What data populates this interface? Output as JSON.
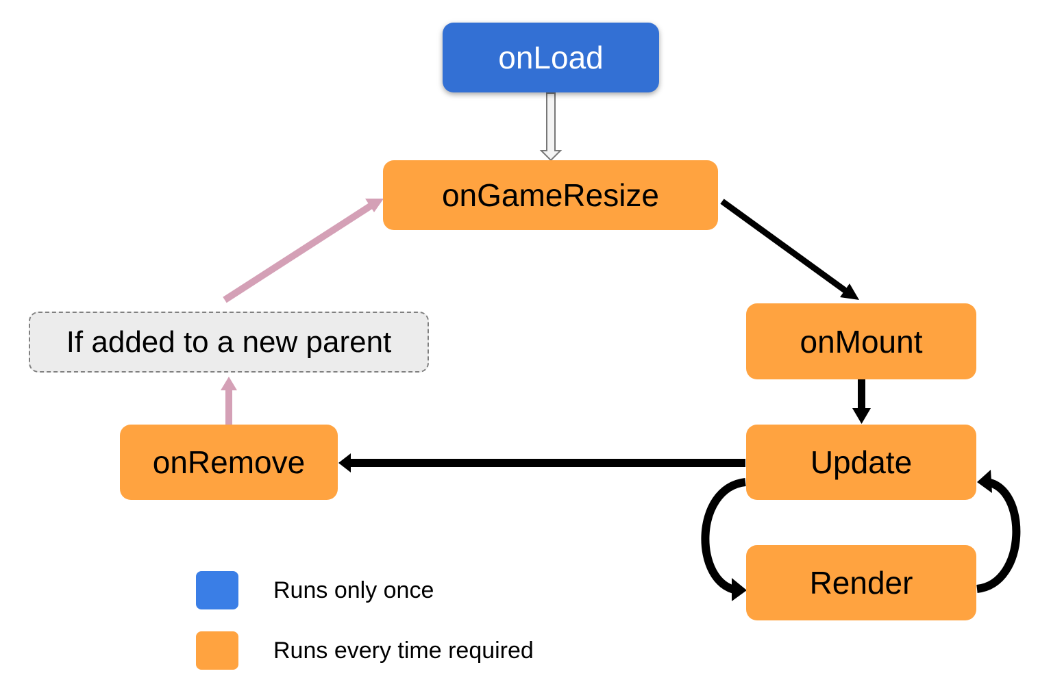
{
  "nodes": {
    "onload": "onLoad",
    "ongameresize": "onGameResize",
    "onmount": "onMount",
    "update": "Update",
    "render": "Render",
    "onremove": "onRemove",
    "new_parent": "If added to a new parent"
  },
  "legend": {
    "once": "Runs only once",
    "every": "Runs every time required"
  },
  "colors": {
    "once": "#3370d4",
    "legend_once": "#3a7ee6",
    "every": "#ffa340",
    "conditional_bg": "#ececec",
    "conditional_arrow": "#d4a0b6",
    "arrow": "#000000"
  },
  "edges": [
    {
      "from": "onLoad",
      "to": "onGameResize"
    },
    {
      "from": "onGameResize",
      "to": "onMount"
    },
    {
      "from": "onMount",
      "to": "Update"
    },
    {
      "from": "Update",
      "to": "Render"
    },
    {
      "from": "Render",
      "to": "Update"
    },
    {
      "from": "Update",
      "to": "onRemove"
    },
    {
      "from": "onRemove",
      "to": "If added to a new parent"
    },
    {
      "from": "If added to a new parent",
      "to": "onGameResize"
    }
  ]
}
